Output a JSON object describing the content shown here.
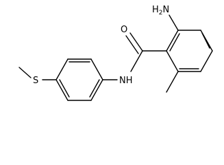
{
  "molecule": {
    "atoms": {
      "amino": {
        "symbol": "H",
        "subscript": "2",
        "tail": "N"
      },
      "carbonyl_oxygen": {
        "symbol": "O"
      },
      "amide_nitrogen": {
        "symbol": "NH"
      },
      "sulfur": {
        "symbol": "S"
      }
    }
  }
}
